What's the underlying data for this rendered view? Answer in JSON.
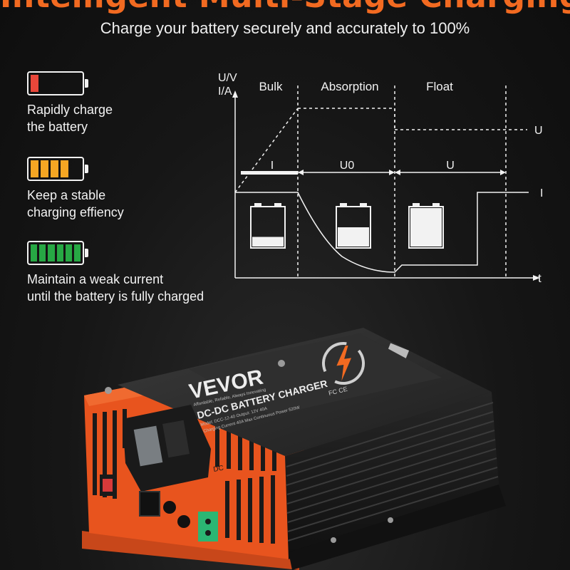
{
  "header": {
    "headline": "Intelligent Multi-Stage Charging",
    "subtitle": "Charge your battery securely and accurately to 100%"
  },
  "stages": [
    {
      "label": "Rapidly charge\nthe battery",
      "fill_cells": 1,
      "fill_color": "#e8473a",
      "icon": "battery-low-icon"
    },
    {
      "label": "Keep a stable\ncharging effiency",
      "fill_cells": 4,
      "fill_color": "#f5a623",
      "icon": "battery-half-icon"
    },
    {
      "label": "Maintain a weak current\nuntil the battery is fully charged",
      "fill_cells": 6,
      "fill_color": "#27a844",
      "icon": "battery-full-icon"
    }
  ],
  "diagram": {
    "y_axis_label_1": "U/V",
    "y_axis_label_2": "I/A",
    "x_axis_label": "t",
    "phases": [
      "Bulk",
      "Absorption",
      "Float"
    ],
    "segment_labels": [
      "I",
      "U0",
      "U"
    ],
    "right_labels": {
      "voltage": "U",
      "current": "I"
    },
    "battery_fill_levels": [
      0.25,
      0.5,
      1.0
    ]
  },
  "product": {
    "brand": "VEVOR",
    "tagline": "Affordable, Reliable, Always Innovating",
    "name": "DC-DC BATTERY CHARGER",
    "spec_line_1": "Model: DCC-12-40   Output: 12V 40A",
    "spec_line_2": "Charging Current 40A   Max Continuous Power 520W",
    "side_label": "DC",
    "cert_marks": "FC CE",
    "colors": {
      "orange": "#e8541e",
      "body": "#1c1c1c"
    }
  }
}
